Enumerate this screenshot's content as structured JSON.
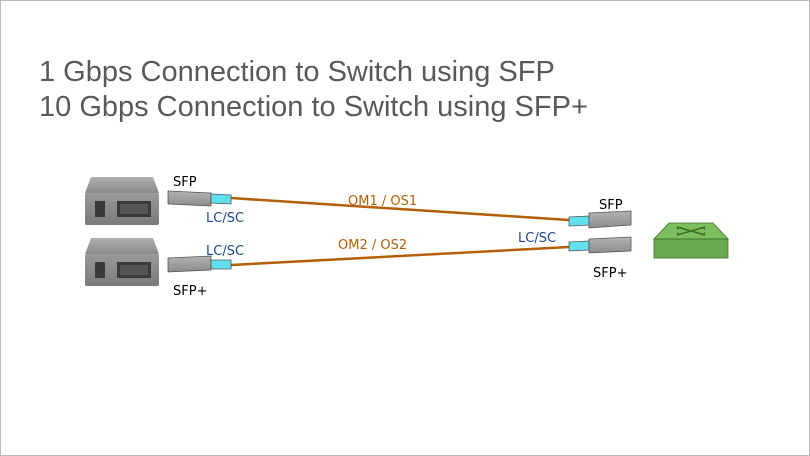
{
  "title_lines": [
    "1 Gbps Connection to Switch using SFP",
    "10 Gbps Connection to Switch using SFP+"
  ],
  "links": [
    {
      "cable": "OM1 / OS1",
      "server_module": "SFP",
      "switch_module": "SFP",
      "connector_server": "LC/SC"
    },
    {
      "cable": "OM2 / OS2",
      "server_module": "SFP+",
      "switch_module": "SFP+",
      "connector_server": "LC/SC",
      "connector_switch": "LC/SC"
    }
  ],
  "colors": {
    "title_text": "#595959",
    "cable": "#b45f06",
    "connector_label": "#1c4587",
    "connector_fill": "#5ee0ee",
    "module_fill": "#9e9e9e",
    "server_body": "#8f8f8f",
    "switch_body": "#6aa84f"
  },
  "icons": [
    "server-icon",
    "switch-icon",
    "sfp-module-icon",
    "lc-connector-icon"
  ]
}
